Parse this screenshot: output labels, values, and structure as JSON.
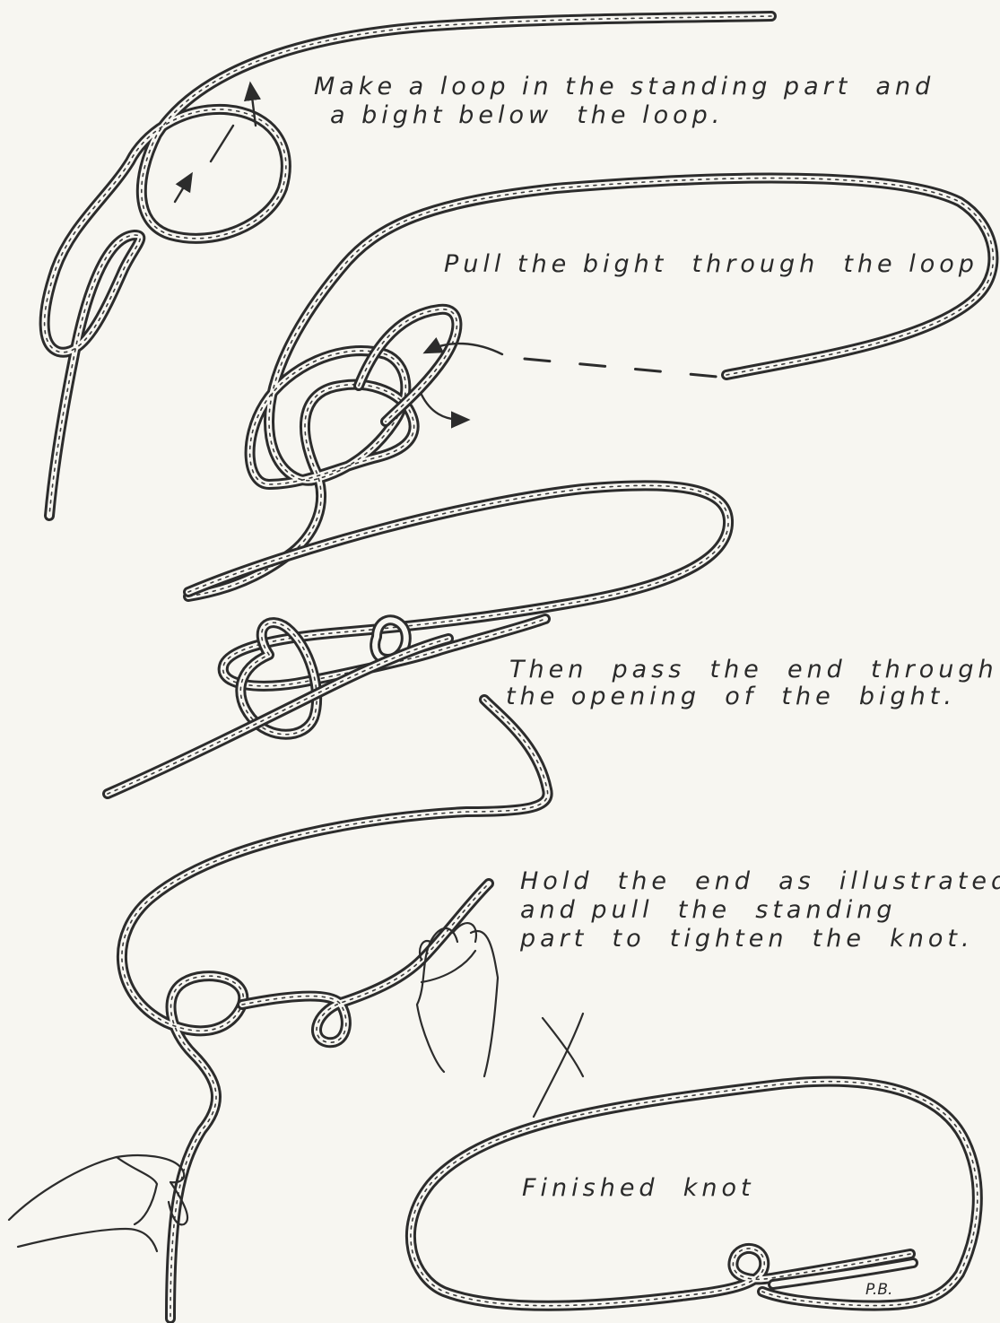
{
  "steps": [
    {
      "id": "step-1",
      "lines": [
        "Make a loop in the standing part  and",
        "a bight below  the loop."
      ]
    },
    {
      "id": "step-2",
      "lines": [
        "Pull the bight  through  the loop"
      ]
    },
    {
      "id": "step-3",
      "lines": [
        "Then  pass  the  end  through",
        "the opening  of  the  bight."
      ]
    },
    {
      "id": "step-4",
      "lines": [
        "Hold  the  end  as  illustrated",
        "and pull  the  standing",
        "part  to  tighten  the  knot."
      ]
    },
    {
      "id": "step-5",
      "lines": [
        "Finished  knot"
      ]
    }
  ],
  "signature": "P.B.",
  "colors": {
    "ink": "#2c2c2c",
    "paper": "#f7f6f1"
  },
  "icons": [
    "rope-illustration",
    "arrow-icon",
    "hand-illustration",
    "cross-mark-icon"
  ]
}
